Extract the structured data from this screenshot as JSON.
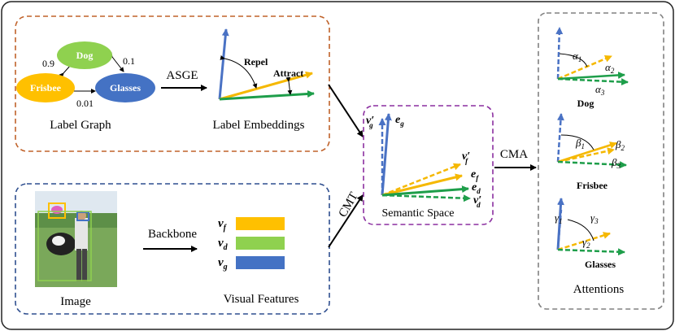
{
  "colors": {
    "orange_box": "#c0622a",
    "blue_box": "#2f4f8f",
    "purple_box": "#8b2fa0",
    "gray_box": "#808080",
    "dog": "#8fd14f",
    "frisbee": "#ffc000",
    "glasses": "#4472c4",
    "blue_arrow": "#4a72c4",
    "yellow_arrow": "#f5b800",
    "green_arrow": "#1e9e4a"
  },
  "label_graph": {
    "title": "Label Graph",
    "nodes": {
      "dog": "Dog",
      "frisbee": "Frisbee",
      "glasses": "Glasses"
    },
    "edges": {
      "dog_frisbee": "0.9",
      "dog_glasses": "0.1",
      "frisbee_glasses": "0.01"
    }
  },
  "asge_label": "ASGE",
  "label_embeddings": {
    "title": "Label Embeddings",
    "repel": "Repel",
    "attract": "Attract"
  },
  "image_section": {
    "image_label": "Image",
    "backbone": "Backbone",
    "visual_features": "Visual Features"
  },
  "features": {
    "vf": "v",
    "vf_sub": "f",
    "vd": "v",
    "vd_sub": "d",
    "vg": "v",
    "vg_sub": "g"
  },
  "cmt_label": "CMT",
  "semantic_space": {
    "title": "Semantic Space",
    "vg_prime": "v",
    "vg_prime_sub": "g",
    "eg": "e",
    "eg_sub": "g",
    "vf_prime": "v",
    "vf_prime_sub": "f",
    "ef": "e",
    "ef_sub": "f",
    "ed": "e",
    "ed_sub": "d",
    "vd_prime": "v",
    "vd_prime_sub": "d",
    "prime": "′"
  },
  "cma_label": "CMA",
  "attentions": {
    "title": "Attentions",
    "dog": {
      "label": "Dog",
      "a1": "α",
      "a1_sub": "1",
      "a2": "α",
      "a2_sub": "2",
      "a3": "α",
      "a3_sub": "3"
    },
    "frisbee": {
      "label": "Frisbee",
      "b1": "β",
      "b1_sub": "1",
      "b2": "β",
      "b2_sub": "2",
      "b3": "β",
      "b3_sub": "3"
    },
    "glasses": {
      "label": "Glasses",
      "g1": "γ",
      "g1_sub": "1",
      "g2": "γ",
      "g2_sub": "2",
      "g3": "γ",
      "g3_sub": "3"
    }
  }
}
